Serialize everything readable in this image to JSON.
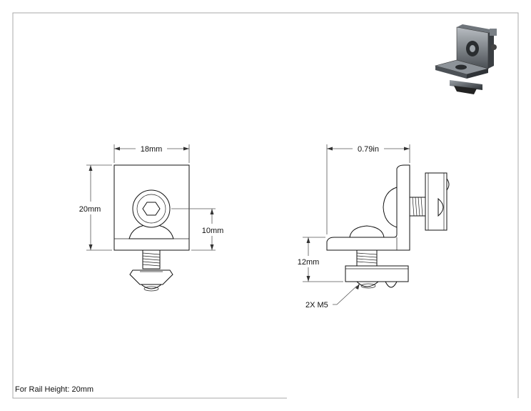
{
  "drawing": {
    "footer_note": "For Rail Height: 20mm",
    "dimensions": {
      "front_width": "18mm",
      "front_height": "20mm",
      "front_hole_height": "10mm",
      "side_width": "0.79in",
      "side_height": "12mm",
      "callout": "2X M5"
    }
  }
}
